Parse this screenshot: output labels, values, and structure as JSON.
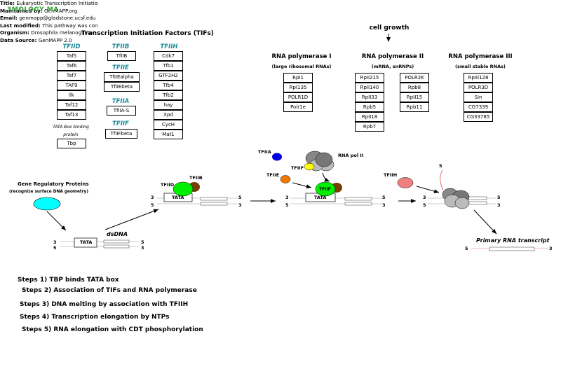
{
  "meta": {
    "title_label": "Title:",
    "title_value": "Eukaryotic Transcription Initiation",
    "maintained_label": "Maintained by:",
    "maintained_value": "GenMAPP.org",
    "email_label": "Email:",
    "email_value": "genmapp@gladstone.ucsf.edu",
    "modified_label": "Last modified:",
    "modified_value": "This pathway was converted",
    "organism_label": "Organism:",
    "organism_value": "Drosophila melanogaster",
    "source_label": "Data Source:",
    "source_value": "GenMAPP 2.0"
  },
  "pathway_title": "3MOLOGY MA",
  "tif_header": "Transcription Initiation Factors (TIFs)",
  "tfiid": {
    "title": "TFIID",
    "genes": [
      "Taf5",
      "Taf6",
      "Taf7",
      "TAF9",
      "llk",
      "Taf12",
      "Taf13"
    ],
    "note": "TATA Box binding protein",
    "tbp": "Tbp"
  },
  "tfiib": {
    "title": "TFIIB",
    "genes": [
      "TfIIB"
    ]
  },
  "tfiie": {
    "title": "TFIIE",
    "genes": [
      "TfIIEalpha",
      "TfIIEbeta"
    ]
  },
  "tfiia": {
    "title": "TFIIA",
    "genes": [
      "TfIIA-S"
    ]
  },
  "tfiif": {
    "title": "TFIIF",
    "genes": [
      "TfIIFbeta"
    ]
  },
  "tfiih": {
    "title": "TFIIH",
    "genes": [
      "Cdk7",
      "Tfb1",
      "GTF2H2",
      "Tfb4",
      "Tfb2",
      "hay",
      "Xpd",
      "CycH",
      "Mat1"
    ]
  },
  "cell_growth": "cell growth",
  "pol1": {
    "title": "RNA polymerase I",
    "sub": "(large ribosomal RNAs)",
    "genes": [
      "RpI1",
      "RpI135",
      "POLR1D",
      "Polr1e"
    ]
  },
  "pol2": {
    "title": "RNA polymerase II",
    "sub": "(mRNA, snRNPs)",
    "genes_a": [
      "RpII215",
      "RpII140",
      "RpII33",
      "Rpb5",
      "RpII18",
      "Rpb7"
    ],
    "genes_b": [
      "POLR2K",
      "Rpb8",
      "RpII15",
      "Rpb11"
    ]
  },
  "pol3": {
    "title": "RNA polymerase III",
    "sub": "(small stable RNAs)",
    "genes": [
      "RpIII128",
      "POLR3D",
      "Sin",
      "CG7339",
      "CG33785"
    ]
  },
  "diagram": {
    "gene_reg": "Gene Regulatory Proteins",
    "gene_reg_sub": "(recognize surface DNA geometry)",
    "dsdna": "dsDNA",
    "tata": "TATA",
    "three": "3",
    "five": "5",
    "tfiid": "TFIID",
    "tfiib": "TFIIB",
    "tfiia": "TFIIA",
    "tfiie": "TFIIE",
    "tfiif": "TFIIF",
    "tfiih": "TFIIH",
    "rna_pol_ii": "RNA pol II",
    "tfiif_inner": "TFIIF",
    "primary": "Primary RNA transcript",
    "colors": {
      "cyan": "#00ffff",
      "green": "#00ee00",
      "brown": "#7a3d00",
      "blue": "#0000e0",
      "orange": "#f07800",
      "yellow": "#ffff00",
      "salmon": "#f08080",
      "gray": "#888888"
    }
  },
  "steps": [
    "Steps 1) TBP binds TATA box",
    "Steps 2) Association of TIFs and RNA polymerase",
    "Steps 3) DNA melting by association with TFIIH",
    "Steps 4) Transcription elongation by NTPs",
    "Steps 5) RNA elongation with CDT phosphorylation"
  ]
}
